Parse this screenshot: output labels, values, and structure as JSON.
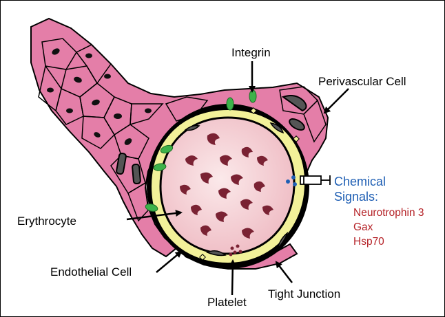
{
  "labels": {
    "integrin": "Integrin",
    "perivascular_cell": "Perivascular Cell",
    "chemical_signals_line1": "Chemical",
    "chemical_signals_line2": "Signals:",
    "erythrocyte": "Erythrocyte",
    "endothelial_cell": "Endothelial Cell",
    "platelet": "Platelet",
    "tight_junction": "Tight Junction"
  },
  "signals": [
    "Neurotrophin 3",
    "Gax",
    "Hsp70"
  ],
  "colors": {
    "tissue_pink": "#e47ea8",
    "lumen_pink": "#f4cfd4",
    "endothelium_yellow": "#f2f199",
    "erythrocyte": "#7a2233",
    "integrin_green": "#3db24a",
    "signal_blue": "#1f5fb4",
    "signal_red": "#b52227",
    "nucleus_gray": "#555555"
  }
}
